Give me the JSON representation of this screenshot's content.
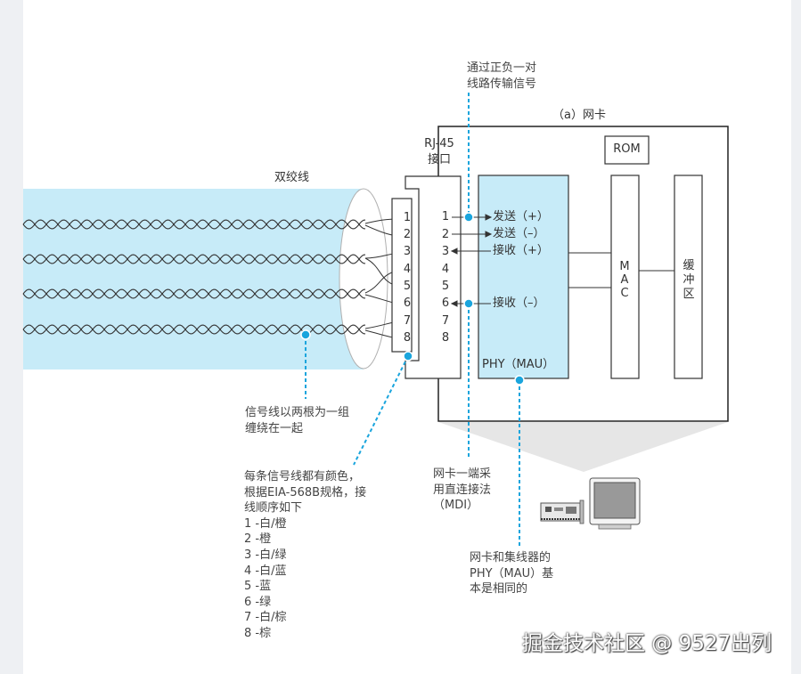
{
  "labels": {
    "nic_title": "（a）网卡",
    "twisted_pair": "双绞线",
    "rj45_line1": "RJ-45",
    "rj45_line2": "接口",
    "rom": "ROM",
    "mac_chars": [
      "M",
      "A",
      "C"
    ],
    "buffer_chars": [
      "缓",
      "冲",
      "区"
    ],
    "phy": "PHY（MAU）"
  },
  "cable_pins": [
    "1",
    "2",
    "3",
    "4",
    "5",
    "6",
    "7",
    "8"
  ],
  "jack_pins": [
    "1",
    "2",
    "3",
    "4",
    "5",
    "6",
    "7",
    "8"
  ],
  "signals": {
    "tx_plus": "发送（+）",
    "tx_minus": "发送（–）",
    "rx_plus": "接收（+）",
    "rx_minus": "接收（–）"
  },
  "annotations": {
    "differential": [
      "通过正负一对",
      "线路传输信号"
    ],
    "pairs": [
      "信号线以两根为一组",
      "缠绕在一起"
    ],
    "colors": [
      "每条信号线都有颜色，",
      "根据EIA-568B规格，接",
      "线顺序如下",
      "1 -白/橙",
      "2 -橙",
      "3 -白/绿",
      "4 -白/蓝",
      "5 -蓝",
      "6 -绿",
      "7 -白/棕",
      "8 -棕"
    ],
    "mdi": [
      "网卡一端采",
      "用直连接法",
      "（MDI）"
    ],
    "phy_same": [
      "网卡和集线器的",
      "PHY（MAU）基",
      "本是相同的"
    ]
  },
  "watermark": "掘金技术社区 @ 9527出列",
  "colors": {
    "cable_fill": "#c7ebf8",
    "accent": "#1aa5dd",
    "line": "#333333"
  }
}
